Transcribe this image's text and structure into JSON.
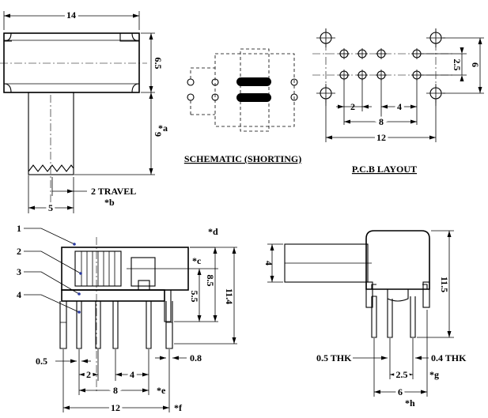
{
  "top_view": {
    "width": "14",
    "height": "6.5",
    "handle_length": "9",
    "handle_length_note": "*a",
    "handle_width": "5",
    "travel": "2 TRAVEL",
    "travel_note": "*b"
  },
  "schematic": {
    "caption": "SCHEMATIC (SHORTING)"
  },
  "pcb_layout": {
    "caption": "P.C.B LAYOUT",
    "row_pitch": "2.5",
    "overall_height": "6",
    "pin_pitch": "2",
    "pair_pitch": "4",
    "inner_span": "8",
    "outer_span": "12"
  },
  "front_view": {
    "callouts": [
      "1",
      "2",
      "3",
      "4"
    ],
    "total_height": "11.4",
    "body_height": "8.5",
    "standoff_height": "5.5",
    "note_c": "*c",
    "note_d": "*d",
    "pin_width": "0.5",
    "mount_pin_width": "0.8",
    "pin_pitch": "2",
    "pair_pitch": "4",
    "inner_span": "8",
    "note_e": "*e",
    "outer_span": "12",
    "note_f": "*f"
  },
  "side_view": {
    "handle_height": "4",
    "total_height": "11.5",
    "thk_left": "0.5  THK",
    "thk_right": "0.4  THK",
    "row_pitch": "2.5",
    "note_g": "*g",
    "overall_width": "6",
    "note_h": "*h"
  }
}
